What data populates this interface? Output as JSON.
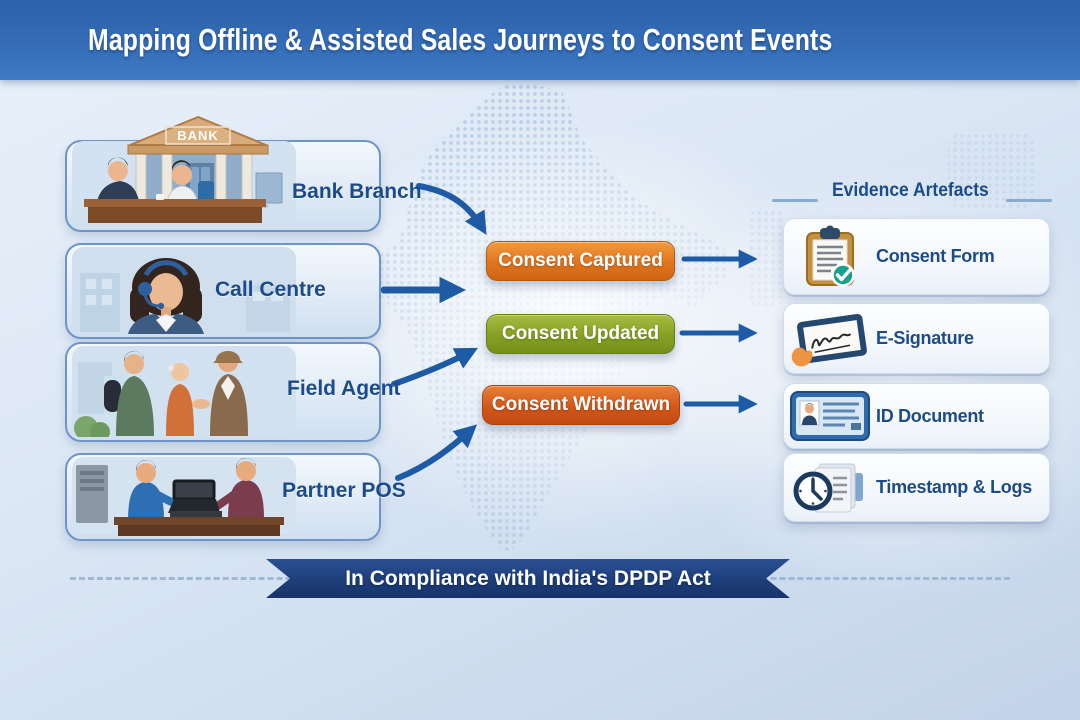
{
  "header": {
    "title": "Mapping Offline & Assisted Sales Journeys to Consent Events"
  },
  "channels": [
    {
      "label": "Bank Branch",
      "illustration": "bank-branch",
      "building_sign": "BANK"
    },
    {
      "label": "Call Centre",
      "illustration": "call-centre"
    },
    {
      "label": "Field Agent",
      "illustration": "field-agent"
    },
    {
      "label": "Partner POS",
      "illustration": "partner-pos"
    }
  ],
  "consent_events": [
    {
      "label": "Consent Captured",
      "color": "#e0751f"
    },
    {
      "label": "Consent Updated",
      "color": "#85a023"
    },
    {
      "label": "Consent Withdrawn",
      "color": "#d2581c"
    }
  ],
  "evidence": {
    "heading": "Evidence Artefacts",
    "items": [
      {
        "label": "Consent Form",
        "icon": "clipboard-check-icon"
      },
      {
        "label": "E-Signature",
        "icon": "tablet-signature-icon"
      },
      {
        "label": "ID Document",
        "icon": "id-card-icon"
      },
      {
        "label": "Timestamp & Logs",
        "icon": "clock-logs-icon"
      }
    ]
  },
  "flows": [
    {
      "from": "Bank Branch",
      "to": "Consent Captured"
    },
    {
      "from": "Call Centre",
      "to": "Consent Captured"
    },
    {
      "from": "Field Agent",
      "to": "Consent Updated"
    },
    {
      "from": "Partner POS",
      "to": "Consent Withdrawn"
    },
    {
      "from": "Consent Captured",
      "to": "Consent Form"
    },
    {
      "from": "Consent Updated",
      "to": "E-Signature"
    },
    {
      "from": "Consent Withdrawn",
      "to": "ID Document"
    }
  ],
  "footer": {
    "ribbon_text": "In Compliance with India's DPDP Act"
  },
  "colors": {
    "banner_blue": "#356db7",
    "arrow_blue": "#1e5ba5",
    "navy_text": "#1b4b8b",
    "captured_orange": "#e0751f",
    "updated_green": "#85a023",
    "withdrawn_red": "#d2581c",
    "ribbon_navy": "#1d3d78",
    "map_dot_blue": "#b5cbe5"
  }
}
